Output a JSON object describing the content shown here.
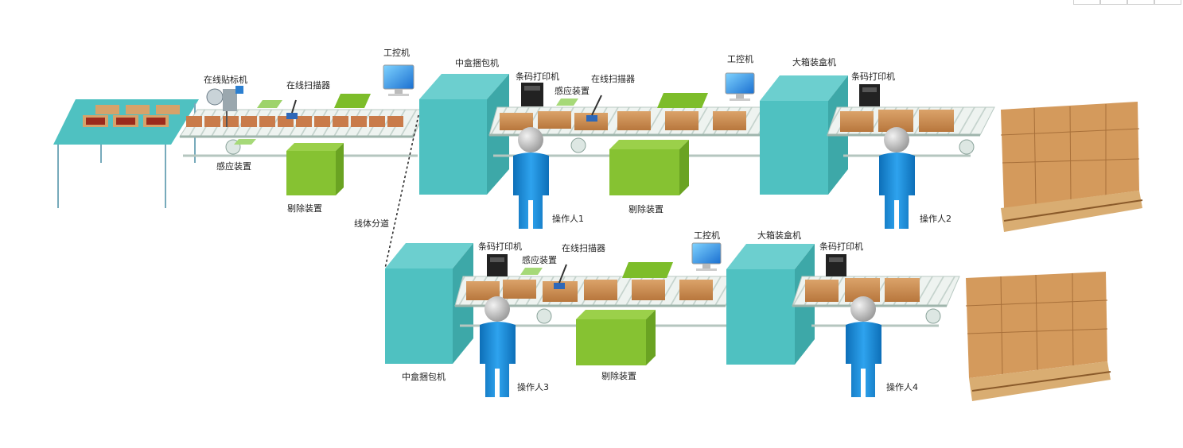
{
  "labels": {
    "labeler": "在线贴标机",
    "scanner": "在线扫描器",
    "sensor": "感应装置",
    "ipc": "工控机",
    "mid_packer": "中盒捆包机",
    "barcode_printer": "条码打印机",
    "big_boxer": "大箱装盒机",
    "reject": "剔除装置",
    "line_split": "线体分道",
    "operator1": "操作人1",
    "operator2": "操作人2",
    "operator3": "操作人3",
    "operator4": "操作人4"
  },
  "colors": {
    "teal": "#4fc1c1",
    "green": "#86c232",
    "belt": "#e8f0ec",
    "belt_edge": "#b8c9c2",
    "box": "#c98a4e",
    "person": "#1e8fd6",
    "head": "#c9c9c9",
    "table": "#49b6b6"
  }
}
